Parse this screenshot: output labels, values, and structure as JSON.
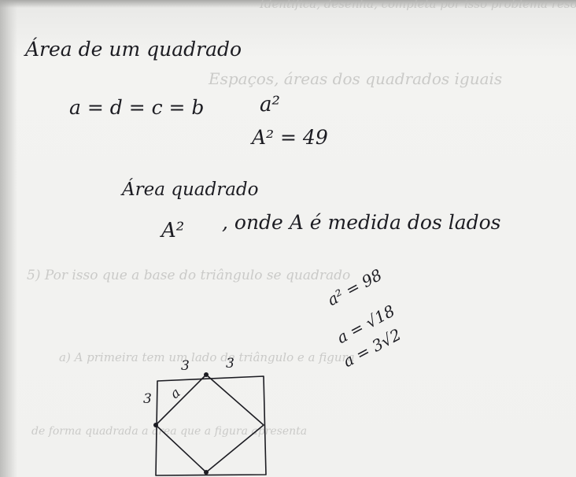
{
  "header_bleed": "Identifica, desenha, completa por isso problema resolver",
  "title": "Área de um quadrado",
  "equality": "a = d = c = b",
  "a_squared": "a²",
  "A_squared_eq": "A² = 49",
  "area_label": "Área quadrado",
  "area_formula_symbol": "A²",
  "area_formula_text": ", onde A é medida dos lados",
  "calc_line1": "a² = 98",
  "calc_line2": "a = √18",
  "calc_line3": "a = 3√2",
  "fig_label_top_left": "3",
  "fig_label_top_right": "3",
  "fig_label_left": "3",
  "fig_label_diag": "a",
  "bleed_line_1": "Espaços, áreas dos quadrados iguais",
  "bleed_line_2": "5) Por isso que a base do triângulo se quadrado",
  "bleed_line_3": "a) A primeira tem um lado de triângulo e a figura",
  "bleed_line_4": "de forma quadrada a área que a figura apresenta"
}
